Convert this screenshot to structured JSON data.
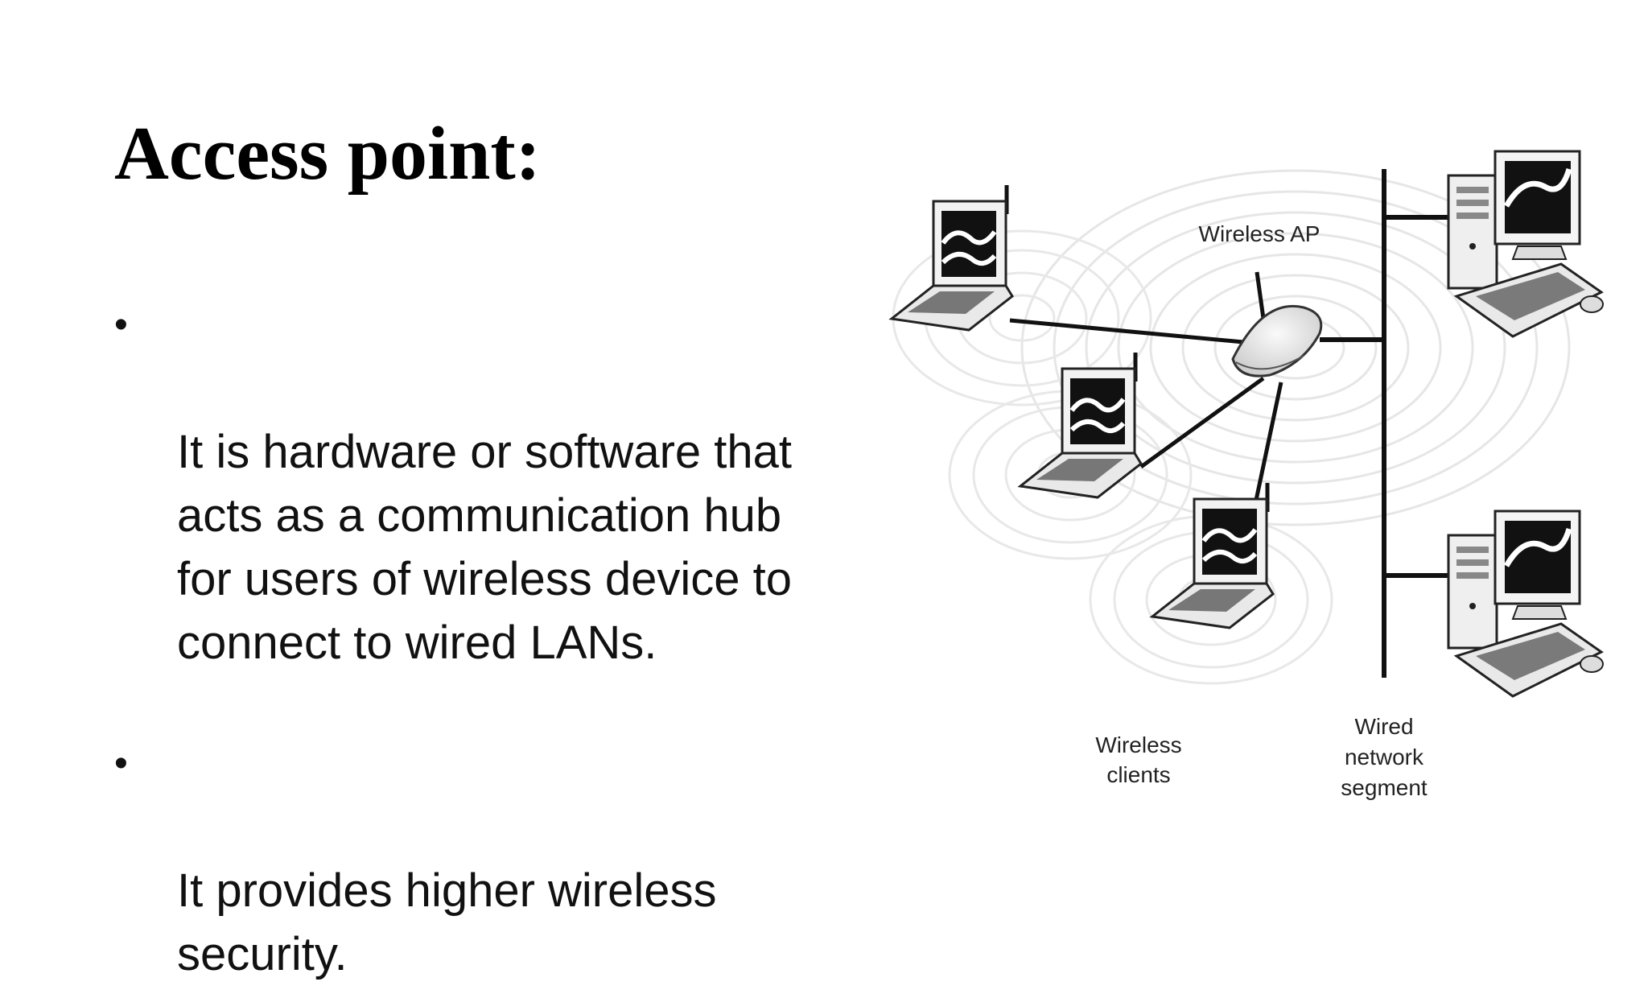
{
  "slide": {
    "title": "Access point:",
    "bullets": [
      "It is hardware or software that\nacts as a communication hub\nfor users of  wireless device to\nconnect  to wired LANs.",
      "It provides higher wireless\nsecurity."
    ]
  },
  "diagram": {
    "labels": {
      "ap": "Wireless AP",
      "clients_line1": "Wireless",
      "clients_line2": "clients",
      "wired_line1": "Wired",
      "wired_line2": "network",
      "wired_line3": "segment"
    }
  }
}
